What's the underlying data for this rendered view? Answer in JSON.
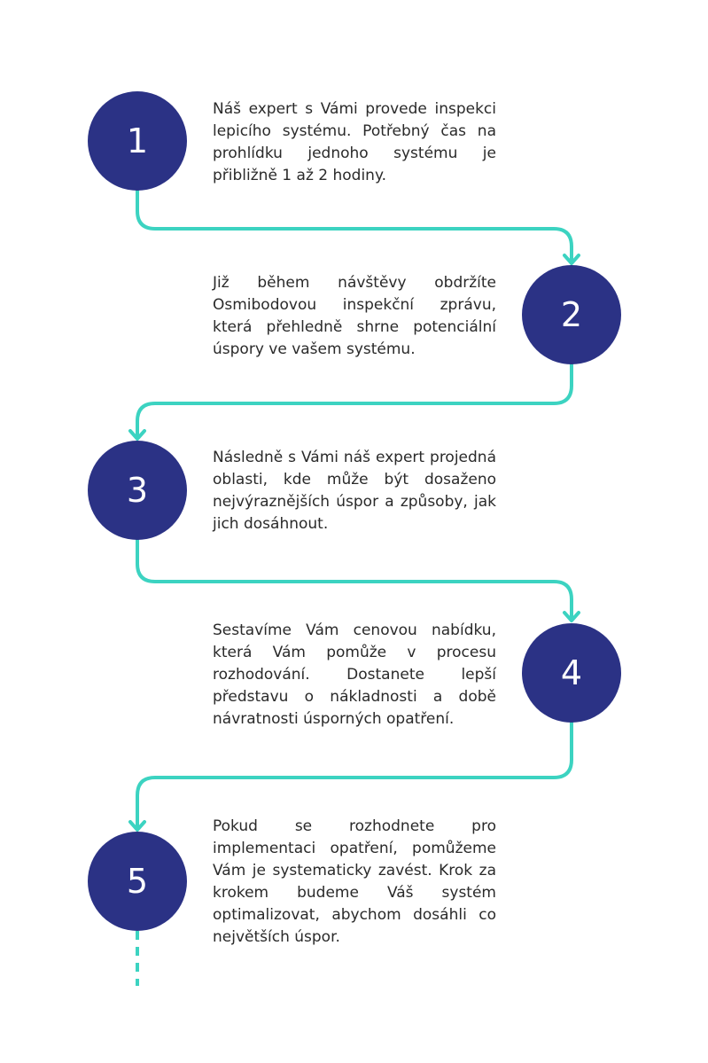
{
  "colors": {
    "circle": "#2b3285",
    "connector": "#3cd3c1",
    "text": "#2a2a2a"
  },
  "steps": [
    {
      "number": "1",
      "text": "Náš expert s Vámi provede inspekci lepicího systému. Potřebný čas na prohlídku jednoho systému je přibližně 1 až 2 hodiny."
    },
    {
      "number": "2",
      "text": "Již během návštěvy obdržíte Osmibodovou inspekční zprávu, která přehledně shrne potenciální úspory ve vašem systému."
    },
    {
      "number": "3",
      "text": "Následně s Vámi náš expert projedná oblasti, kde může být dosaženo nejvýraznějších úspor a způsoby, jak jich dosáhnout."
    },
    {
      "number": "4",
      "text": "Sestavíme Vám cenovou nabídku, která Vám pomůže v procesu rozhodování. Dostanete lepší představu o nákladnosti a době návratnosti úsporných opatření."
    },
    {
      "number": "5",
      "text": "Pokud se rozhodnete pro implementaci opatření, pomůžeme Vám je systematicky zavést. Krok za krokem budeme Váš systém optimalizovat, abychom dosáhli co největších úspor."
    }
  ]
}
